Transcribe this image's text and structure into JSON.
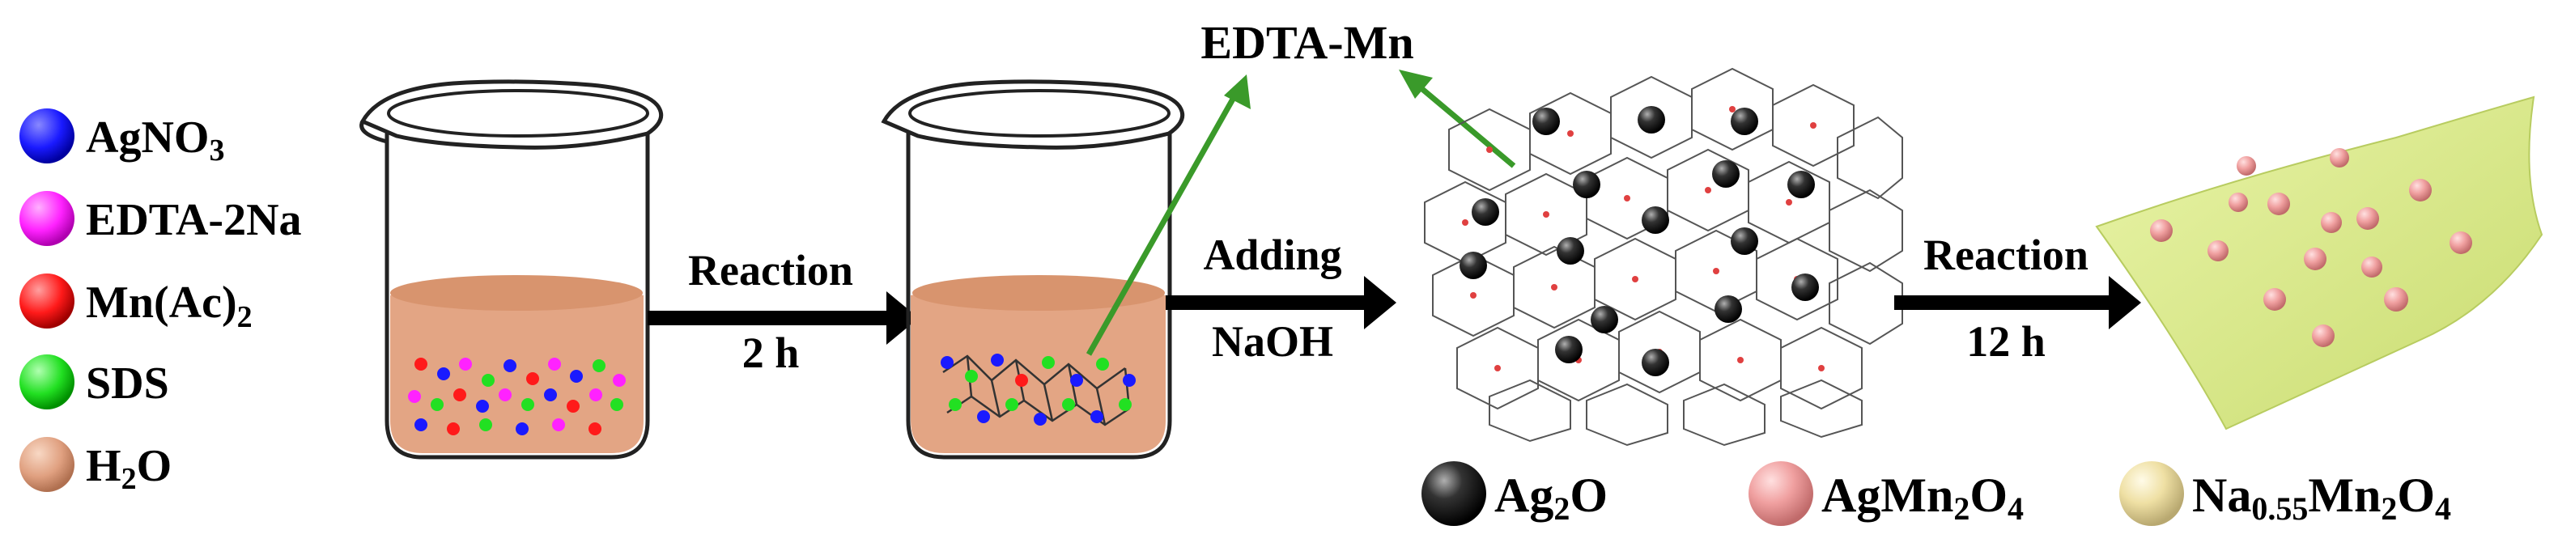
{
  "legend": [
    {
      "id": "agno3",
      "main": "AgNO",
      "sub": "3",
      "tail": "",
      "color": "#1a1aff"
    },
    {
      "id": "edta2na",
      "main": "EDTA-2Na",
      "sub": "",
      "tail": "",
      "color": "#ff22ff"
    },
    {
      "id": "mnac",
      "main": "Mn(Ac)",
      "sub": "2",
      "tail": "",
      "color": "#ff1a1a"
    },
    {
      "id": "sds",
      "main": "SDS",
      "sub": "",
      "tail": "",
      "color": "#22e022"
    },
    {
      "id": "h2o",
      "main": "H",
      "sub": "2",
      "tail": "O",
      "color": "#e0a080"
    }
  ],
  "steps": [
    {
      "id": "reaction1",
      "top": "Reaction",
      "bottom": "2 h"
    },
    {
      "id": "adding",
      "top": "Adding",
      "bottom": "NaOH"
    },
    {
      "id": "reaction2",
      "top": "Reaction",
      "bottom": "12 h"
    }
  ],
  "complex_label": "EDTA-Mn",
  "products": [
    {
      "id": "ag2o",
      "main": "Ag",
      "sub": "2",
      "tail": "O",
      "tail_sub": "",
      "color": "#111111"
    },
    {
      "id": "agmn2o4",
      "main": "AgMn",
      "sub": "2",
      "tail": "O",
      "tail_sub": "4",
      "color": "#f0a0a0"
    },
    {
      "id": "na055",
      "main": "Na",
      "sub": "0.55",
      "tail": "Mn",
      "tail_sub": "2",
      "tail2": "O",
      "tail2_sub": "4",
      "color": "#f0e0a0"
    }
  ],
  "colors": {
    "liquid": "#e3a584",
    "arrow": "#000000",
    "green_arrow": "#3a9a2a",
    "sheet": "#d8ea8a",
    "sheet_dots": "#f08a8a"
  }
}
